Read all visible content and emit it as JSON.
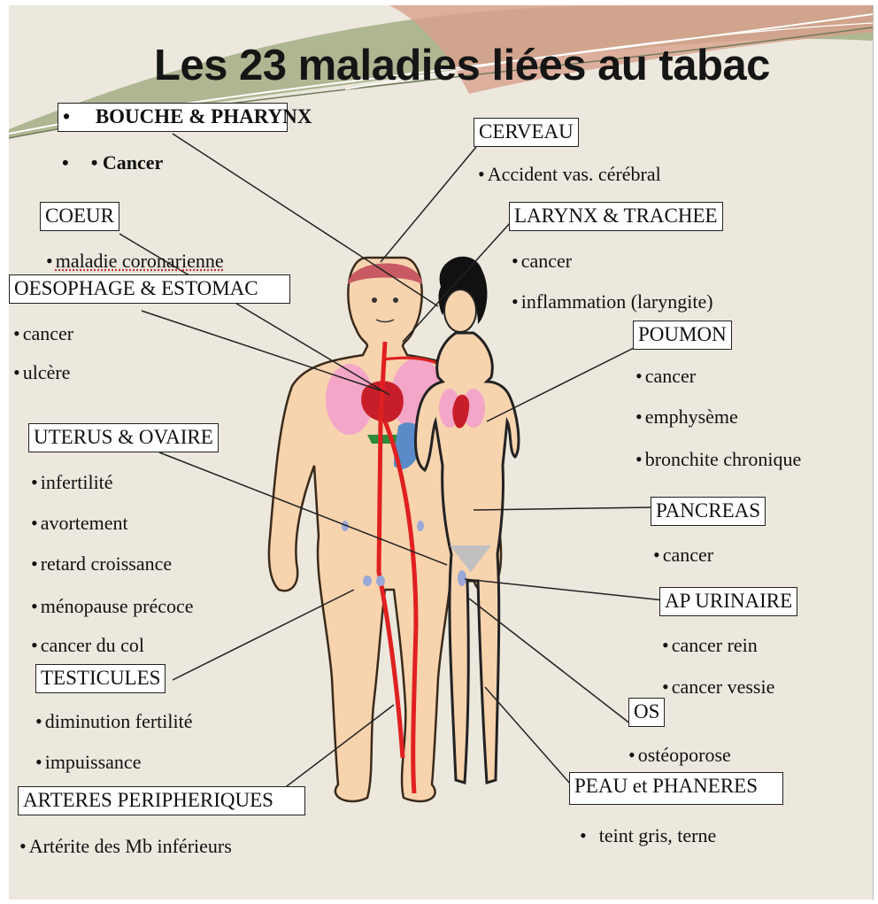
{
  "title": "Les 23 maladies liées au tabac",
  "colors": {
    "background": "#ece8de",
    "artery": "#e02020",
    "lung": "#f4a6c8",
    "heart": "#c81e2a",
    "skin": "#f7d3ae",
    "brain": "#c85a63",
    "banner": "#a8b089"
  },
  "sections": {
    "bouche": {
      "label": "BOUCHE & PHARYNX",
      "items": [
        "Cancer"
      ]
    },
    "cerveau": {
      "label": "CERVEAU",
      "items": [
        "Accident vas. cérébral"
      ]
    },
    "coeur": {
      "label": "COEUR",
      "items": [
        "maladie coronarienne"
      ]
    },
    "larynx": {
      "label": "LARYNX & TRACHEE",
      "items": [
        "cancer",
        "inflammation (laryngite)"
      ]
    },
    "oesophage": {
      "label": "OESOPHAGE & ESTOMAC",
      "items": [
        "cancer",
        "ulcère"
      ]
    },
    "poumon": {
      "label": "POUMON",
      "items": [
        "cancer",
        "emphysème",
        "bronchite chronique"
      ]
    },
    "uterus": {
      "label": "UTERUS & OVAIRE",
      "items": [
        "infertilité",
        "avortement",
        "retard croissance",
        "ménopause précoce",
        "cancer du col"
      ]
    },
    "pancreas": {
      "label": "PANCREAS",
      "items": [
        "cancer"
      ]
    },
    "urinaire": {
      "label": "AP URINAIRE",
      "items": [
        "cancer rein",
        "cancer vessie"
      ]
    },
    "testicules": {
      "label": "TESTICULES",
      "items": [
        "diminution fertilité",
        "impuissance"
      ]
    },
    "os": {
      "label": "OS",
      "items": [
        "ostéoporose"
      ]
    },
    "arteres": {
      "label": "ARTERES PERIPHERIQUES",
      "items": [
        "Artérite des Mb inférieurs"
      ]
    },
    "peau": {
      "label": "PEAU et PHANERES",
      "items": [
        "teint gris, terne"
      ]
    }
  }
}
